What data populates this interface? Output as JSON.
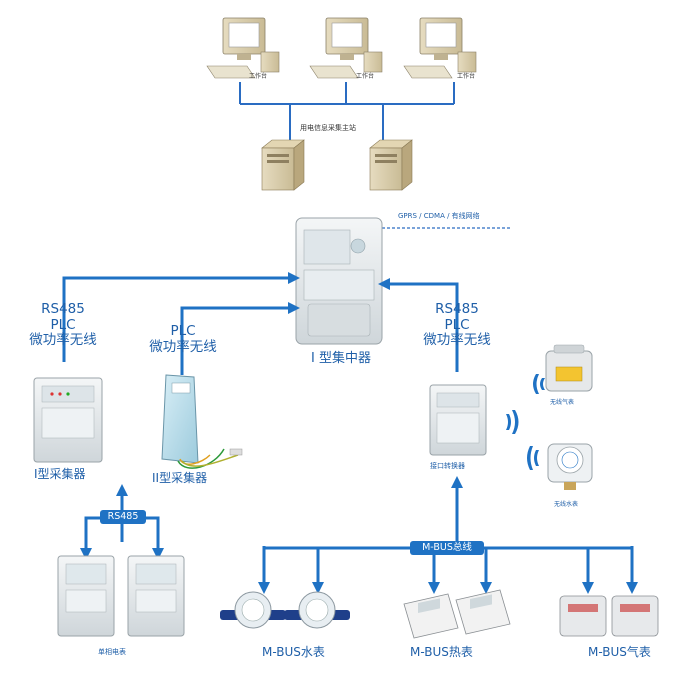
{
  "workstations": {
    "label": "工作台"
  },
  "server": {
    "label": "用电信息采集主站"
  },
  "network": {
    "label": "GPRS / CDMA / 有线网络"
  },
  "concentrator": {
    "label": "I 型集中器"
  },
  "left_link": {
    "line1": "RS485",
    "line2": "PLC",
    "line3": "微功率无线"
  },
  "mid_link": {
    "line1": "PLC",
    "line2": "微功率无线"
  },
  "right_link": {
    "line1": "RS485",
    "line2": "PLC",
    "line3": "微功率无线"
  },
  "collector1": {
    "label": "I型采集器"
  },
  "collector2": {
    "label": "II型采集器"
  },
  "rs485_badge": {
    "label": "RS485"
  },
  "single_meter": {
    "label": "单相电表"
  },
  "interface_converter": {
    "label": "接口转换器"
  },
  "gas_meter": {
    "label": "无线气表"
  },
  "water_meter": {
    "label": "无线水表"
  },
  "mbus_bus": {
    "label": "M-BUS总线"
  },
  "mbus_water": {
    "label": "M-BUS水表"
  },
  "mbus_heat": {
    "label": "M-BUS热表"
  },
  "mbus_gas": {
    "label": "M-BUS气表"
  },
  "colors": {
    "line": "#1f72c4",
    "label": "#1f5fa8"
  }
}
